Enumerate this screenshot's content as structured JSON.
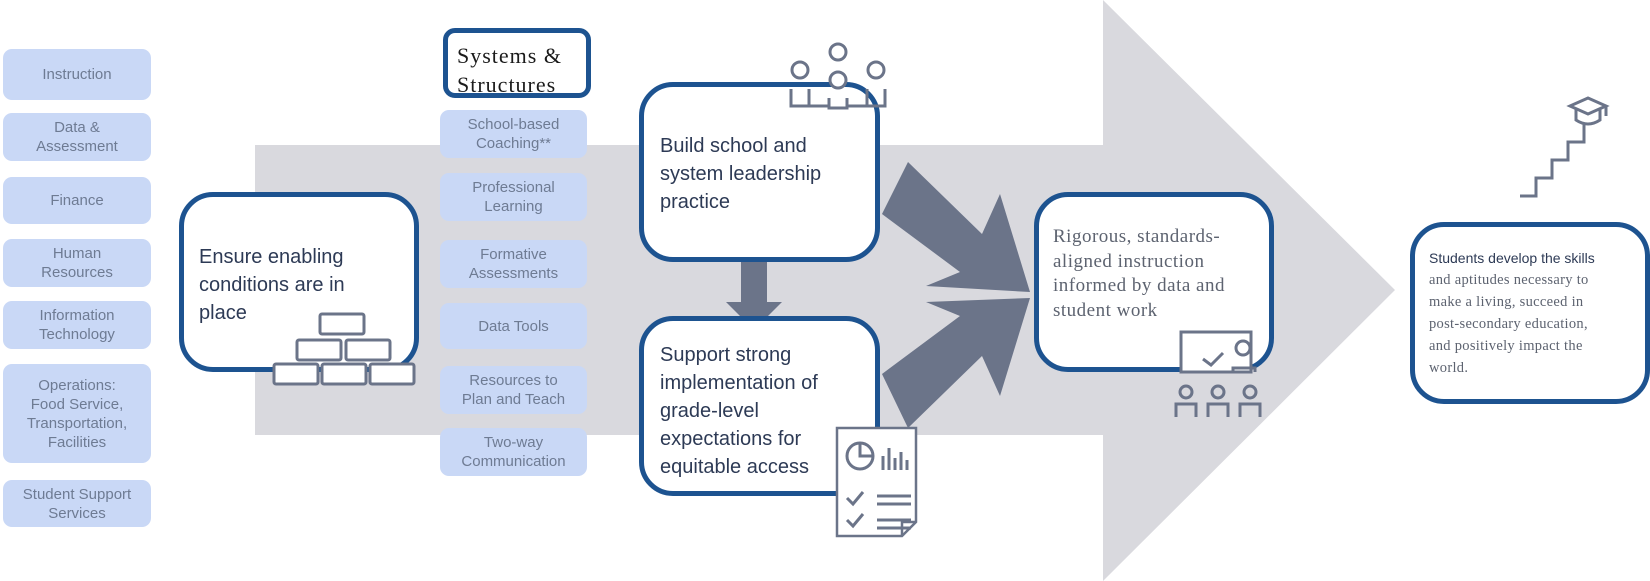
{
  "sidebar": {
    "items": [
      {
        "label": "Instruction"
      },
      {
        "label": "Data &\nAssessment"
      },
      {
        "label": "Finance"
      },
      {
        "label": "Human\nResources"
      },
      {
        "label": "Information\nTechnology"
      },
      {
        "label": "Operations:\nFood Service,\nTransportation,\nFacilities"
      },
      {
        "label": "Student Support\nServices"
      }
    ]
  },
  "systems": {
    "title": "Systems &\nStructures",
    "items": [
      {
        "label": "School-based\nCoaching**"
      },
      {
        "label": "Professional\nLearning"
      },
      {
        "label": "Formative\nAssessments"
      },
      {
        "label": "Data Tools"
      },
      {
        "label": "Resources to\nPlan and Teach"
      },
      {
        "label": "Two-way\nCommunication"
      }
    ]
  },
  "boxes": {
    "enabling": "Ensure enabling\nconditions are in\nplace",
    "leadership": "Build school and\nsystem leadership\npractice",
    "implementation": "Support strong\nimplementation of\ngrade-level\nexpectations for\nequitable access",
    "instruction": "Rigorous, standards-\naligned instruction\ninformed by data and\nstudent work",
    "outcome_first": "Students develop the skills",
    "outcome_rest": "and aptitudes necessary to\nmake a living, succeed in\npost-secondary education,\nand positively impact the\nworld."
  },
  "colors": {
    "chip_fill": "#c9d8f6",
    "chip_text": "#6e7b93",
    "box_border": "#1d5390",
    "big_arrow": "#d9d9de",
    "small_arrow": "#6b7489",
    "icon_stroke": "#6b7489"
  },
  "icons": [
    "bricks-icon",
    "people-group-icon",
    "teacher-students-icon",
    "report-document-icon",
    "graduation-stairs-icon"
  ]
}
